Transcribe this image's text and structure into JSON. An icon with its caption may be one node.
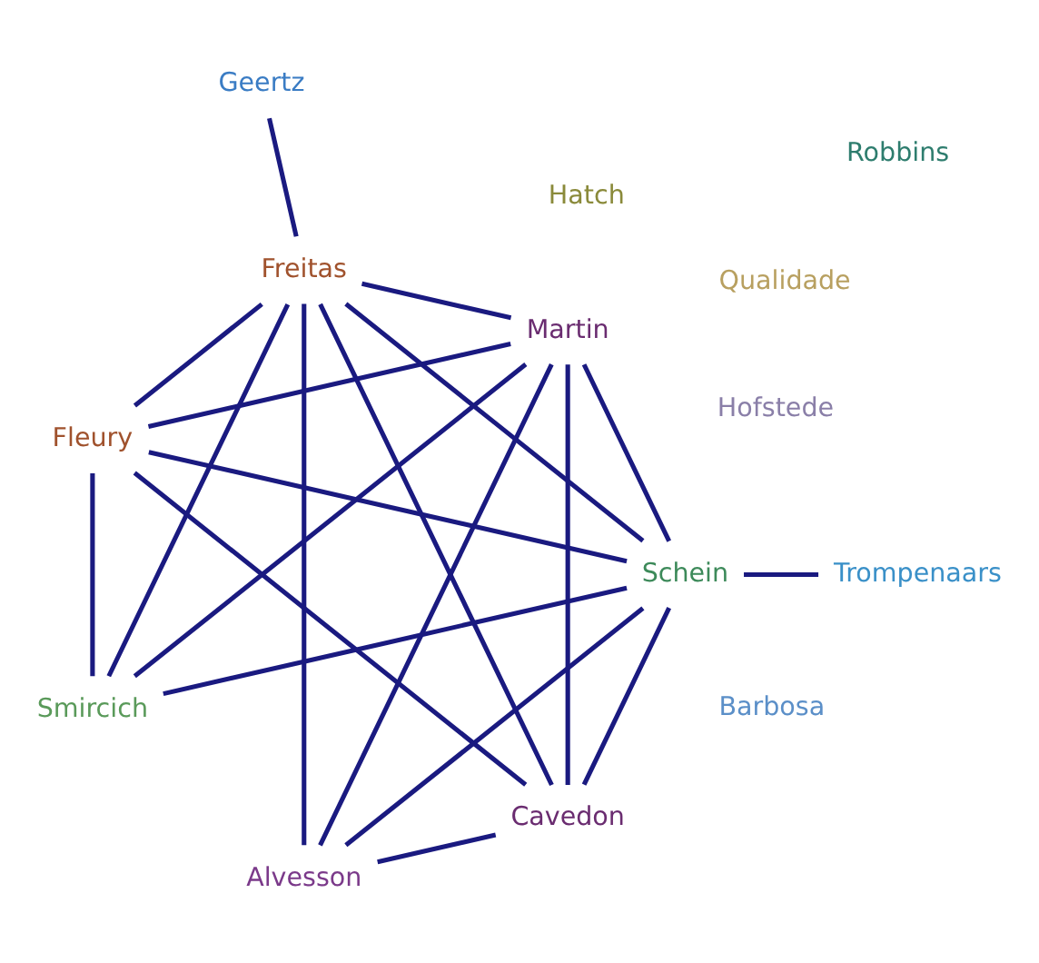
{
  "diagram": {
    "nodes": [
      {
        "text": [
          "Alvesson"
        ]
      },
      {
        "text": [
          "Barbosa"
        ]
      },
      {
        "text": [
          "Cavedon"
        ]
      },
      {
        "text": [
          "Fleury"
        ]
      },
      {
        "text": [
          "Freitas"
        ]
      },
      {
        "text": [
          "Geertz"
        ]
      },
      {
        "text": [
          "Hatch"
        ]
      },
      {
        "text": [
          "Hofstede"
        ]
      },
      {
        "text": [
          "Martin"
        ]
      },
      {
        "text": [
          "Qualidade"
        ]
      },
      {
        "text": [
          "Robbins"
        ]
      },
      {
        "text": [
          "Schein"
        ]
      },
      {
        "text": [
          "Smircich"
        ]
      },
      {
        "text": [
          "Trompenaars"
        ]
      }
    ],
    "edges": [
      {
        "from": 11,
        "to": 13,
        "arrow": "none"
      },
      {
        "from": 11,
        "to": 0,
        "arrow": "none"
      },
      {
        "from": 11,
        "to": 2,
        "arrow": "none"
      },
      {
        "from": 11,
        "to": 3,
        "arrow": "none"
      },
      {
        "from": 11,
        "to": 4,
        "arrow": "none"
      },
      {
        "from": 11,
        "to": 12,
        "arrow": "none"
      },
      {
        "from": 11,
        "to": 8,
        "arrow": "none"
      },
      {
        "from": 12,
        "to": 3,
        "arrow": "none"
      },
      {
        "from": 12,
        "to": 4,
        "arrow": "none"
      },
      {
        "from": 12,
        "to": 8,
        "arrow": "none"
      },
      {
        "from": 0,
        "to": 8,
        "arrow": "none"
      },
      {
        "from": 0,
        "to": 2,
        "arrow": "none"
      },
      {
        "from": 0,
        "to": 4,
        "arrow": "none"
      },
      {
        "from": 2,
        "to": 8,
        "arrow": "none"
      },
      {
        "from": 2,
        "to": 3,
        "arrow": "none"
      },
      {
        "from": 2,
        "to": 4,
        "arrow": "none"
      },
      {
        "from": 3,
        "to": 4,
        "arrow": "none"
      },
      {
        "from": 3,
        "to": 8,
        "arrow": "none"
      },
      {
        "from": 4,
        "to": 8,
        "arrow": "none"
      },
      {
        "from": 4,
        "to": 5,
        "arrow": "none"
      }
    ]
  }
}
